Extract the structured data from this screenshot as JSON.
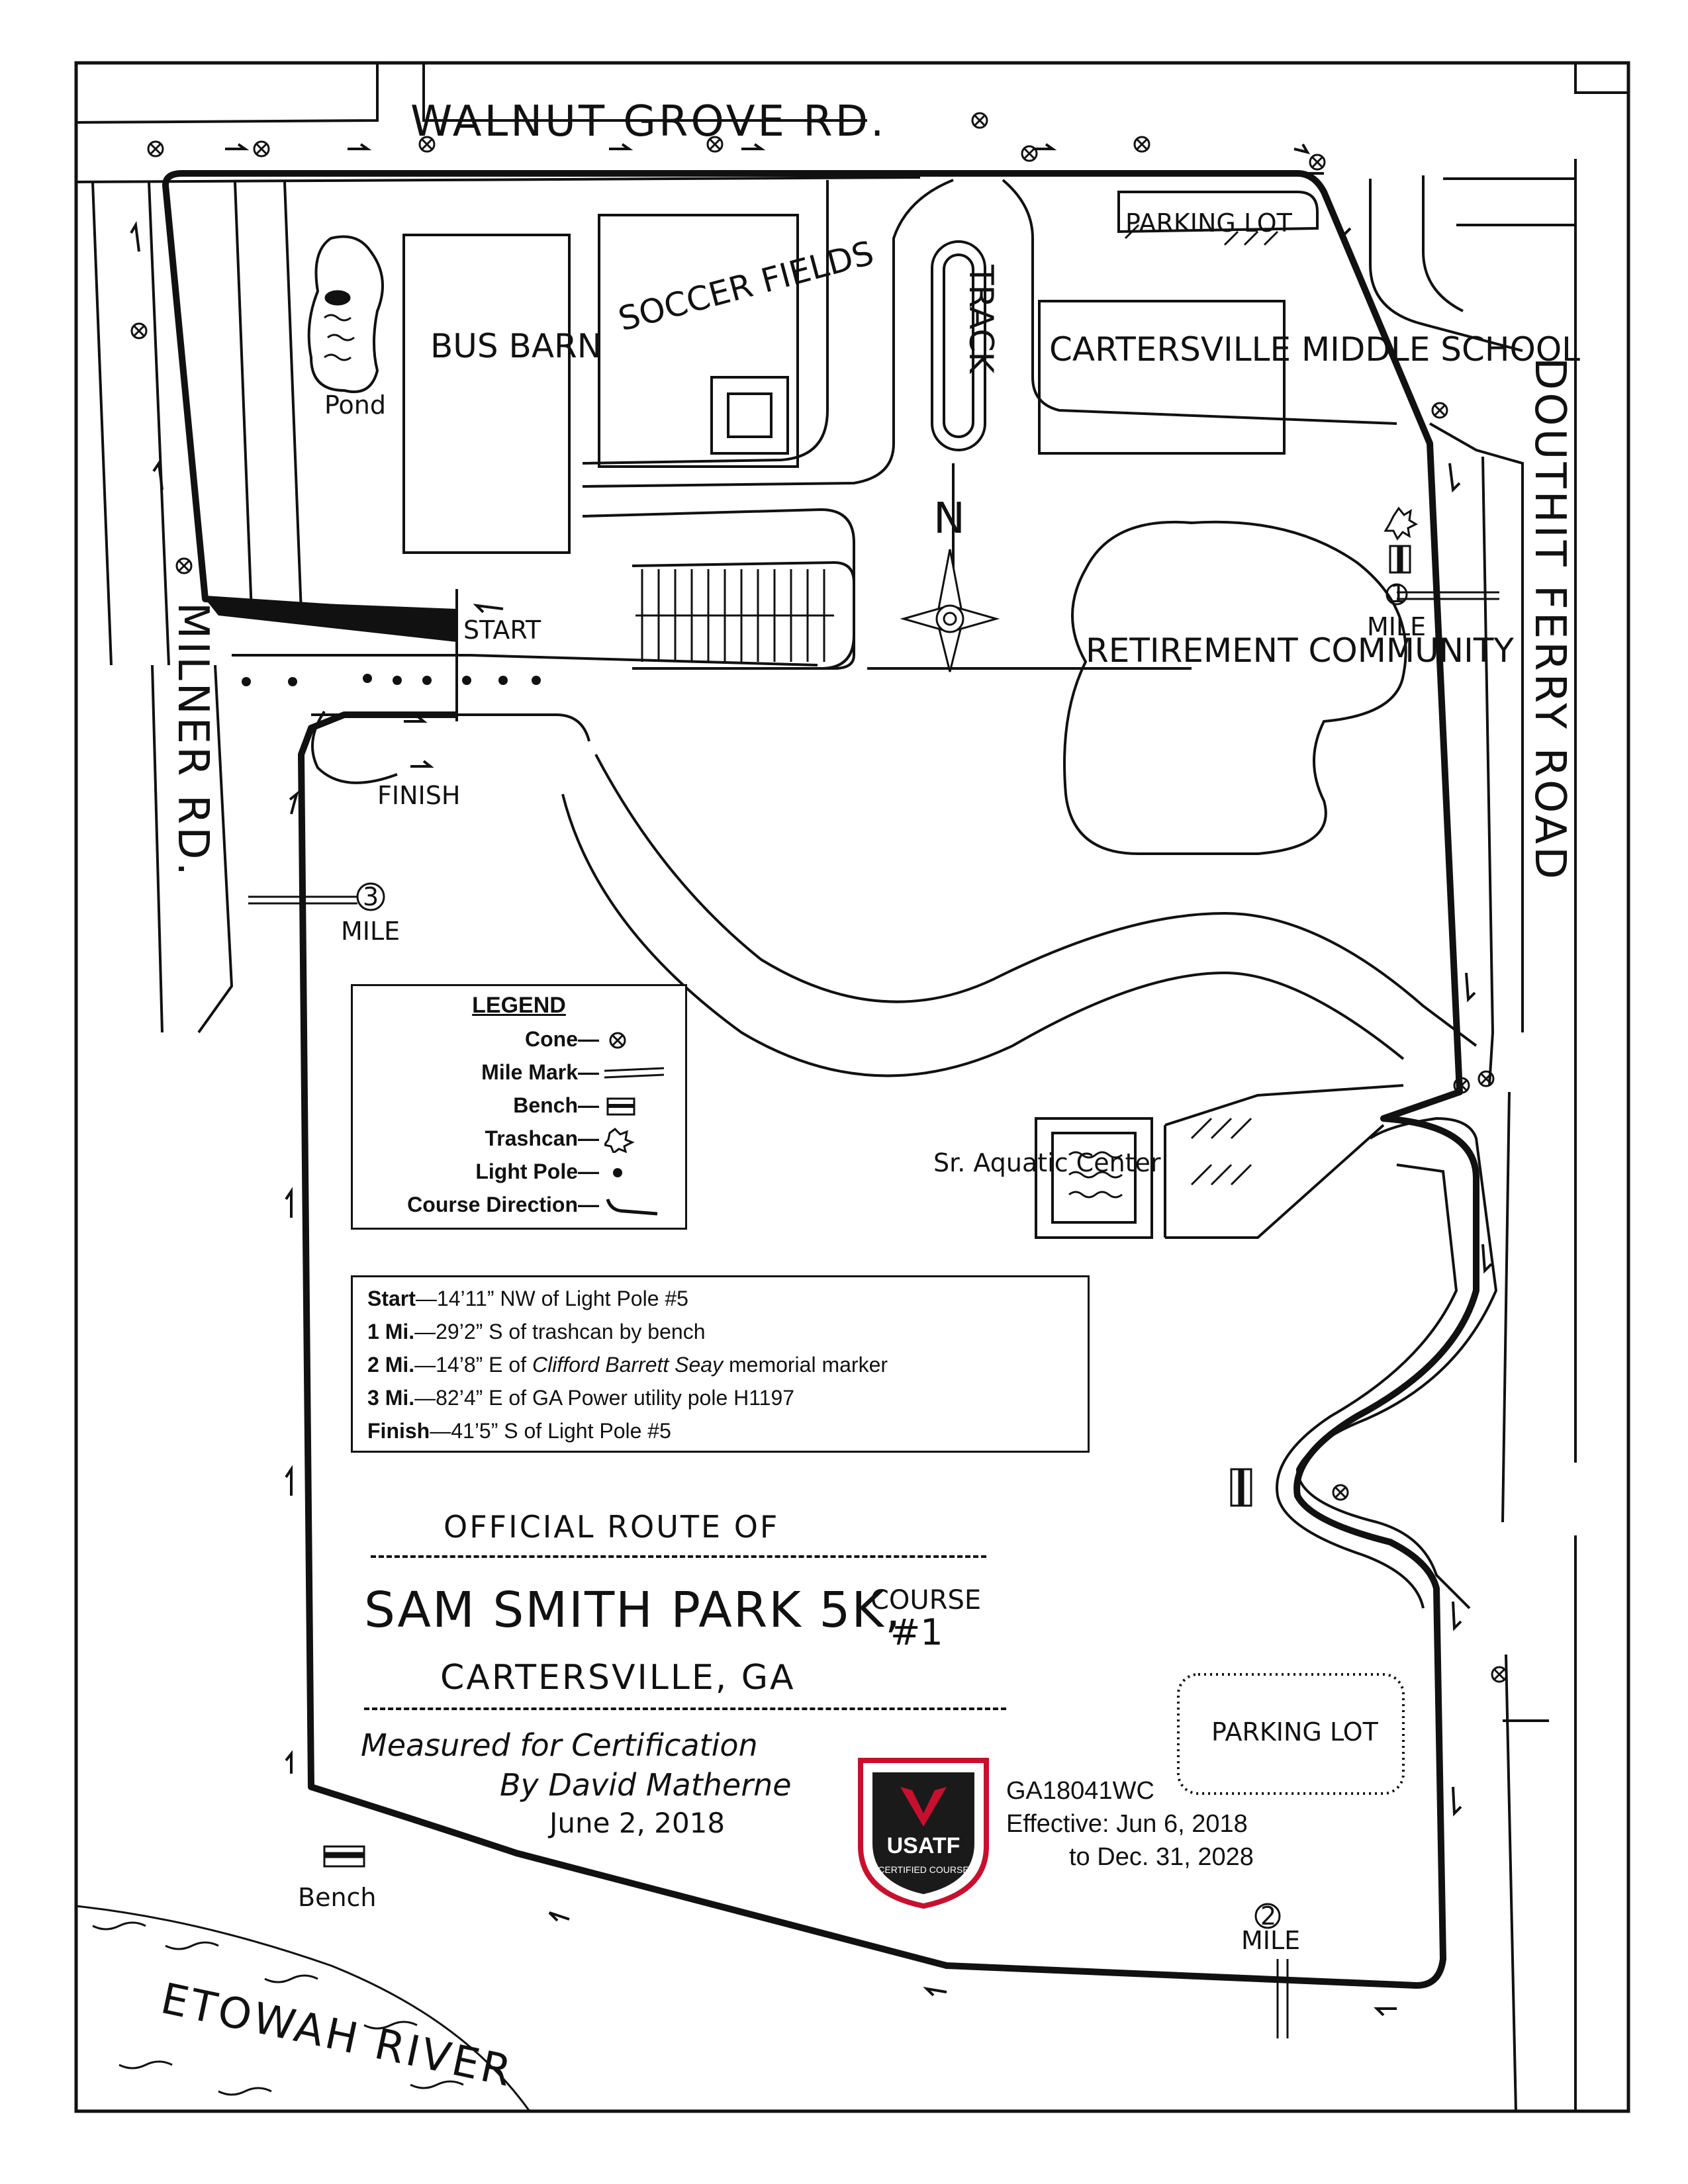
{
  "roads": {
    "north": "WALNUT GROVE RD.",
    "west": "MILNER RD.",
    "east": "DOUTHIT FERRY ROAD"
  },
  "river": "ETOWAH RIVER",
  "features": {
    "pond": "Pond",
    "bus_barn": "BUS BARN",
    "soccer_fields": "SOCCER FIELDS",
    "track": "TRACK",
    "school": "CARTERSVILLE MIDDLE SCHOOL",
    "parking_north": "PARKING LOT",
    "parking_south": "PARKING LOT",
    "retirement": "RETIREMENT COMMUNITY",
    "aquatic": "Sr. Aquatic Center",
    "bench": "Bench",
    "compass_n": "N"
  },
  "course": {
    "start": "START",
    "finish": "FINISH",
    "mile1_num": "1",
    "mile2_num": "2",
    "mile3_num": "3",
    "mile_word": "MILE",
    "direction_marker": "1"
  },
  "legend": {
    "title": "LEGEND",
    "items": [
      {
        "label": "Cone—",
        "icon": "cone-icon"
      },
      {
        "label": "Mile Mark—",
        "icon": "mile-mark-icon"
      },
      {
        "label": "Bench—",
        "icon": "bench-icon"
      },
      {
        "label": "Trashcan—",
        "icon": "trashcan-icon"
      },
      {
        "label": "Light Pole—",
        "icon": "light-pole-icon"
      },
      {
        "label": "Course Direction—",
        "icon": "course-direction-icon"
      }
    ]
  },
  "notes": [
    {
      "bold": "Start",
      "text": "—14’11” NW of Light Pole #5",
      "italic": "",
      "tail": ""
    },
    {
      "bold": "1 Mi.",
      "text": "—29’2” S of trashcan by bench",
      "italic": "",
      "tail": ""
    },
    {
      "bold": "2 Mi.",
      "text": "—14’8” E of ",
      "italic": "Clifford Barrett Seay",
      "tail": " memorial marker"
    },
    {
      "bold": "3 Mi.",
      "text": "—82’4” E of GA Power utility pole H1197",
      "italic": "",
      "tail": ""
    },
    {
      "bold": "Finish",
      "text": "—41’5” S of Light Pole #5",
      "italic": "",
      "tail": ""
    }
  ],
  "title": {
    "line1": "OFFICIAL ROUTE OF",
    "line2": "SAM SMITH PARK 5K,",
    "course_word": "COURSE",
    "course_num": "#1",
    "line3": "CARTERSVILLE, GA"
  },
  "measured": {
    "line1": "Measured for Certification",
    "line2": "By David Matherne",
    "line3": "June 2, 2018"
  },
  "badge": {
    "name": "USATF",
    "sub": "CERTIFIED COURSE"
  },
  "certification": {
    "id": "GA18041WC",
    "effective": "Effective: Jun 6, 2018",
    "through": "to Dec. 31, 2028"
  },
  "colors": {
    "ink": "#111111",
    "badge_red": "#c8102e",
    "badge_black": "#1a1a1a"
  }
}
